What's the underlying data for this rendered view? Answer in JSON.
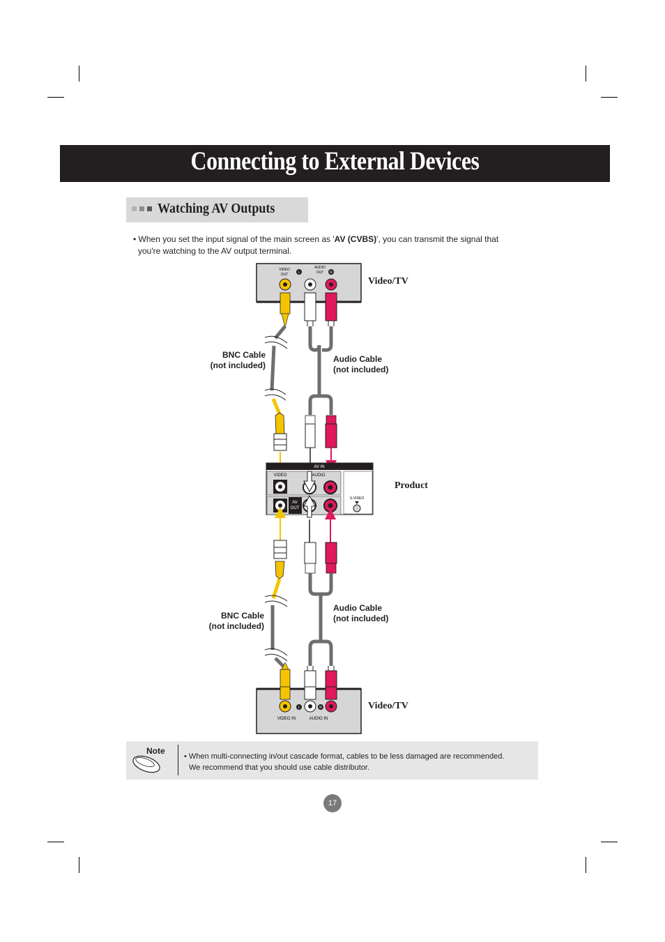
{
  "title": "Connecting to External Devices",
  "section": {
    "title": "Watching AV Outputs"
  },
  "intro": {
    "bullet": "•",
    "line1_pre": "When you set the input signal of the main screen as '",
    "line1_bold": "AV (CVBS)",
    "line1_post": "', you can transmit the signal that",
    "line2": "you're watching to the AV output terminal."
  },
  "diagram": {
    "top_device": {
      "label": "Video/TV",
      "video_out_line1": "VIDEO",
      "video_out_line2": "OUT",
      "audio_out_line1": "AUDIO",
      "audio_out_line2": "OUT",
      "l": "L",
      "r": "R"
    },
    "bnc_cable_top": {
      "line1": "BNC Cable",
      "line2": "(not included)"
    },
    "audio_cable_top": {
      "line1": "Audio Cable",
      "line2": "(not included)"
    },
    "product": {
      "label": "Product",
      "av_in": "AV IN",
      "video": "VIDEO",
      "audio": "AUDIO",
      "av_out_line1": "AV",
      "av_out_line2": "OUT",
      "s_video": "S-VIDEO"
    },
    "bnc_cable_bottom": {
      "line1": "BNC Cable",
      "line2": "(not included)"
    },
    "audio_cable_bottom": {
      "line1": "Audio Cable",
      "line2": "(not included)"
    },
    "bottom_device": {
      "label": "Video/TV",
      "video_in": "VIDEO IN",
      "audio_in": "AUDIO IN",
      "l": "L",
      "r": "R"
    },
    "colors": {
      "video": "#f5c400",
      "audio_left": "#ffffff",
      "audio_right": "#e0195a",
      "panel": "#d6d6d7",
      "cable": "#6d6e71"
    }
  },
  "note": {
    "heading": "Note",
    "line1": "• When multi-connecting in/out cascade format, cables to be less damaged are recommended.",
    "line2": "We recommend that you should use cable distributor."
  },
  "page_number": "17"
}
